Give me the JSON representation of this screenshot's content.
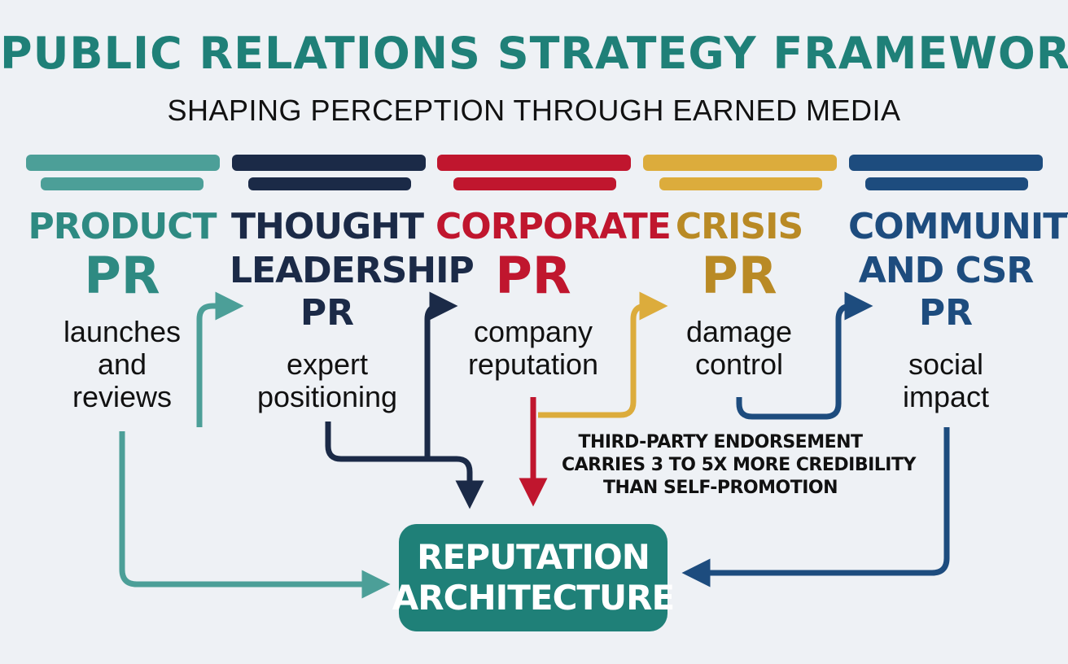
{
  "title": "PUBLIC RELATIONS STRATEGY FRAMEWORK",
  "subtitle": "SHAPING PERCEPTION THROUGH EARNED MEDIA",
  "colors": {
    "teal": "#2e8a82",
    "light_teal": "#4c9f98",
    "navy": "#1b2a47",
    "red": "#c0162e",
    "gold": "#dcac3c",
    "gold_text": "#b98a25",
    "blue": "#1d4c7e",
    "background": "#eef1f5"
  },
  "columns": [
    {
      "title_lines": [
        "PRODUCT"
      ],
      "pr": "PR",
      "desc_lines": [
        "launches",
        "and",
        "reviews"
      ]
    },
    {
      "title_lines": [
        "THOUGHT",
        "LEADERSHIP"
      ],
      "pr": "PR",
      "desc_lines": [
        "expert",
        "positioning"
      ]
    },
    {
      "title_lines": [
        "CORPORATE"
      ],
      "pr": "PR",
      "desc_lines": [
        "company",
        "reputation"
      ]
    },
    {
      "title_lines": [
        "CRISIS"
      ],
      "pr": "PR",
      "desc_lines": [
        "damage",
        "control"
      ]
    },
    {
      "title_lines": [
        "COMMUNITY",
        "AND CSR"
      ],
      "pr": "PR",
      "desc_lines": [
        "social",
        "impact"
      ]
    }
  ],
  "note_lines": [
    "THIRD-PARTY ENDORSEMENT",
    "CARRIES 3 TO 5X MORE CREDIBILITY",
    "THAN SELF-PROMOTION"
  ],
  "center": {
    "lines": [
      "REPUTATION",
      "ARCHITECTURE"
    ]
  }
}
